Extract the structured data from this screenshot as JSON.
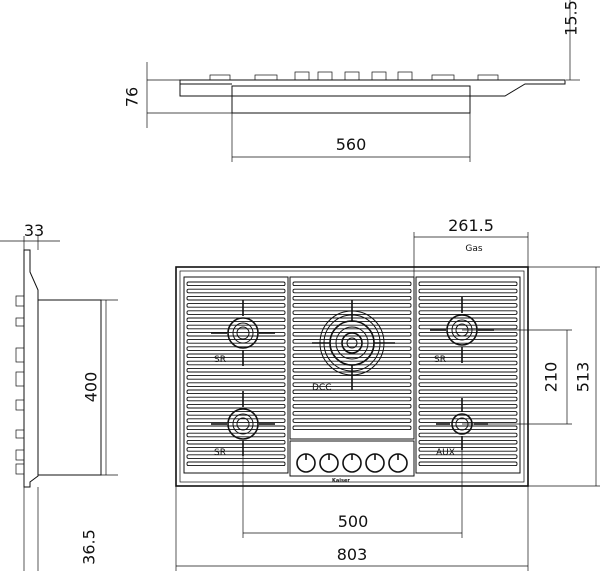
{
  "dimensions": {
    "top_height": "15.5",
    "side_depth": "76",
    "cutout_width": "560",
    "thickness": "33",
    "cutout_depth": "400",
    "front_offset": "36.5",
    "gas_offset": "261.5",
    "burner_spacing_vertical": "210",
    "total_depth": "513",
    "burner_spacing_horizontal": "500",
    "total_width": "803"
  },
  "labels": {
    "gas": "Gas",
    "burner_top_left": "SR",
    "burner_bottom_left": "SR",
    "burner_top_right": "SR",
    "burner_center": "DCC",
    "burner_bottom_right": "AUX",
    "brand": "Kaiser"
  },
  "knobs": {
    "count": 5
  }
}
